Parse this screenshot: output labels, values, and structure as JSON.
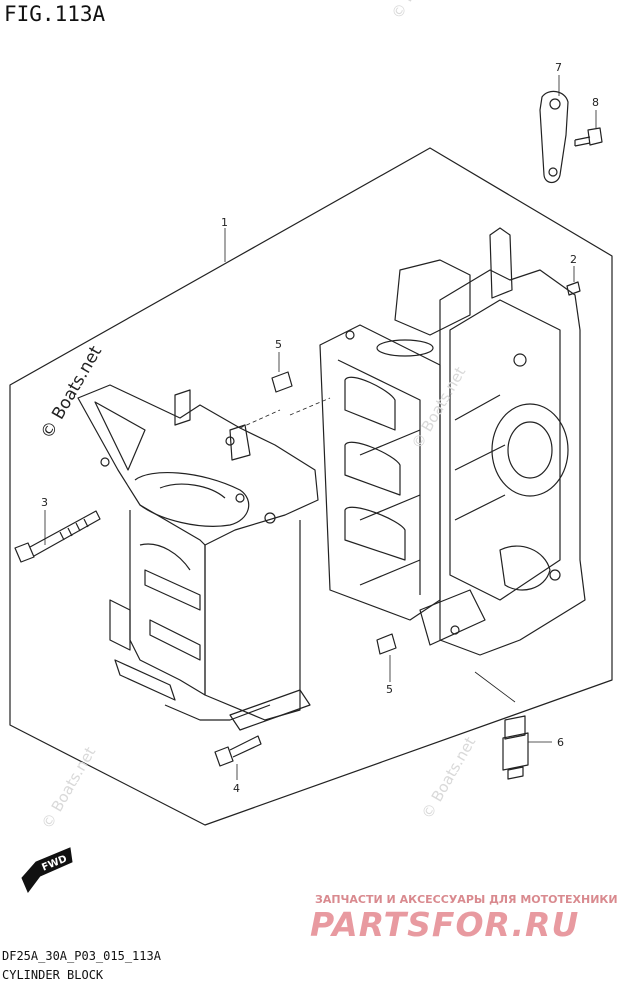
{
  "header": {
    "figure_title": "FIG.113A"
  },
  "callouts": {
    "c1": "1",
    "c2": "2",
    "c3": "3",
    "c4": "4",
    "c5a": "5",
    "c5b": "5",
    "c6": "6",
    "c7": "7",
    "c8": "8"
  },
  "watermark": {
    "text": "© Boats.net"
  },
  "direction_badge": {
    "label": "FWD"
  },
  "footer": {
    "drawing_code": "DF25A_30A_P03_015_113A",
    "part_group_name": "CYLINDER BLOCK"
  },
  "dealer_banner": {
    "tagline": "ЗАПЧАСТИ И АКСЕССУАРЫ ДЛЯ МОТОТЕХНИКИ",
    "logo_text": "PARTSFOR.RU",
    "color": "#e89aa0"
  }
}
